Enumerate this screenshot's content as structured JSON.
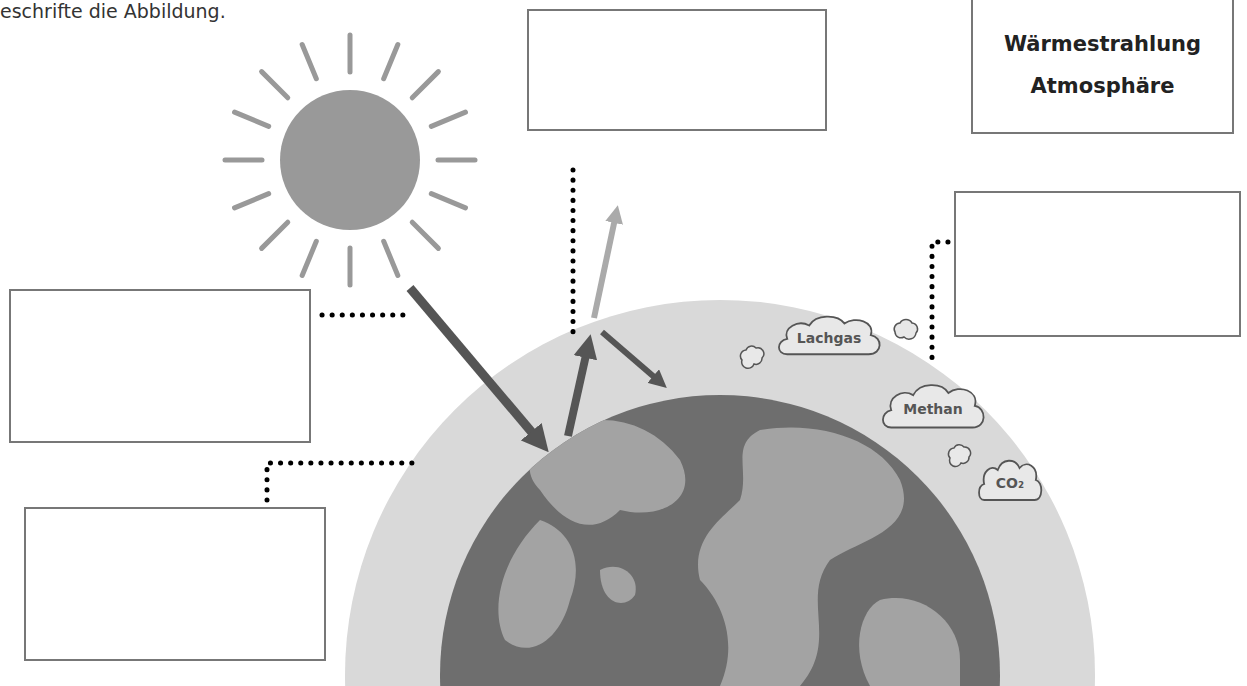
{
  "diagram": {
    "nodes": [
      {
        "text": [
          "Wärmestrahlung",
          "Atmosphäre"
        ]
      },
      {
        "text": [
          "Lachgas"
        ]
      },
      {
        "text": [
          "Methan"
        ]
      },
      {
        "text": [
          "CO₂"
        ]
      }
    ],
    "labels": [
      "eschrifte die Abbildung."
    ]
  }
}
